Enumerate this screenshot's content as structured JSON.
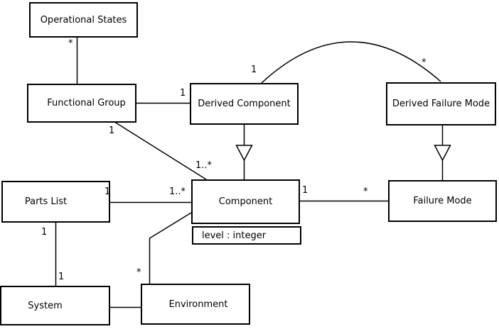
{
  "diagram": {
    "type": "uml-class-diagram",
    "colors": {
      "background": "#ffffff",
      "line": "#000000",
      "text": "#000000",
      "box_fill": "#ffffff"
    },
    "classes": [
      {
        "id": "operational-states",
        "name": "Operational States"
      },
      {
        "id": "functional-group",
        "name": "Functional Group"
      },
      {
        "id": "derived-component",
        "name": "Derived Component"
      },
      {
        "id": "derived-failure-mode",
        "name": "Derived Failure Mode"
      },
      {
        "id": "parts-list",
        "name": "Parts List"
      },
      {
        "id": "component",
        "name": "Component",
        "attributes": [
          "level : integer"
        ]
      },
      {
        "id": "failure-mode",
        "name": "Failure Mode"
      },
      {
        "id": "system",
        "name": "System"
      },
      {
        "id": "environment",
        "name": "Environment"
      }
    ],
    "relationships": [
      {
        "from": "Operational States",
        "to": "Functional Group",
        "type": "association",
        "from_end_multiplicity": "*"
      },
      {
        "from": "Functional Group",
        "to": "Derived Component",
        "type": "association",
        "to_end_multiplicity": "1"
      },
      {
        "from": "Functional Group",
        "to": "Component",
        "type": "association",
        "from_end_multiplicity": "1",
        "to_end_multiplicity": "1..*"
      },
      {
        "from": "Derived Component",
        "to": "Component",
        "type": "generalization"
      },
      {
        "from": "Derived Component",
        "to": "Derived Failure Mode",
        "type": "association",
        "from_end_multiplicity": "1",
        "to_end_multiplicity": "*"
      },
      {
        "from": "Derived Failure Mode",
        "to": "Failure Mode",
        "type": "generalization"
      },
      {
        "from": "Parts List",
        "to": "Component",
        "type": "association",
        "from_end_multiplicity": "1",
        "to_end_multiplicity": "1..*"
      },
      {
        "from": "Component",
        "to": "Failure Mode",
        "type": "association",
        "from_end_multiplicity": "1",
        "to_end_multiplicity": "*"
      },
      {
        "from": "Parts List",
        "to": "System",
        "type": "association",
        "from_end_multiplicity": "1",
        "to_end_multiplicity": "1"
      },
      {
        "from": "System",
        "to": "Environment",
        "type": "association"
      },
      {
        "from": "Environment",
        "to": "Component",
        "type": "association",
        "from_end_multiplicity": "*"
      }
    ],
    "labels": [
      {
        "text": "*",
        "for": "operational-states end of operational-states/functional-group"
      },
      {
        "text": "1",
        "for": "derived-component end of functional-group/derived-component"
      },
      {
        "text": "1",
        "for": "functional-group end of functional-group/component"
      },
      {
        "text": "1..*",
        "for": "component end of functional-group/component"
      },
      {
        "text": "1",
        "for": "derived-component end of derived-component/derived-failure-mode"
      },
      {
        "text": "*",
        "for": "derived-failure-mode end of derived-component/derived-failure-mode"
      },
      {
        "text": "1",
        "for": "parts-list end of parts-list/component"
      },
      {
        "text": "1..*",
        "for": "component end of parts-list/component"
      },
      {
        "text": "1",
        "for": "component end of component/failure-mode"
      },
      {
        "text": "*",
        "for": "failure-mode end of component/failure-mode"
      },
      {
        "text": "1",
        "for": "parts-list end of parts-list/system"
      },
      {
        "text": "1",
        "for": "system end of parts-list/system"
      },
      {
        "text": "*",
        "for": "environment end of environment/component"
      }
    ]
  }
}
